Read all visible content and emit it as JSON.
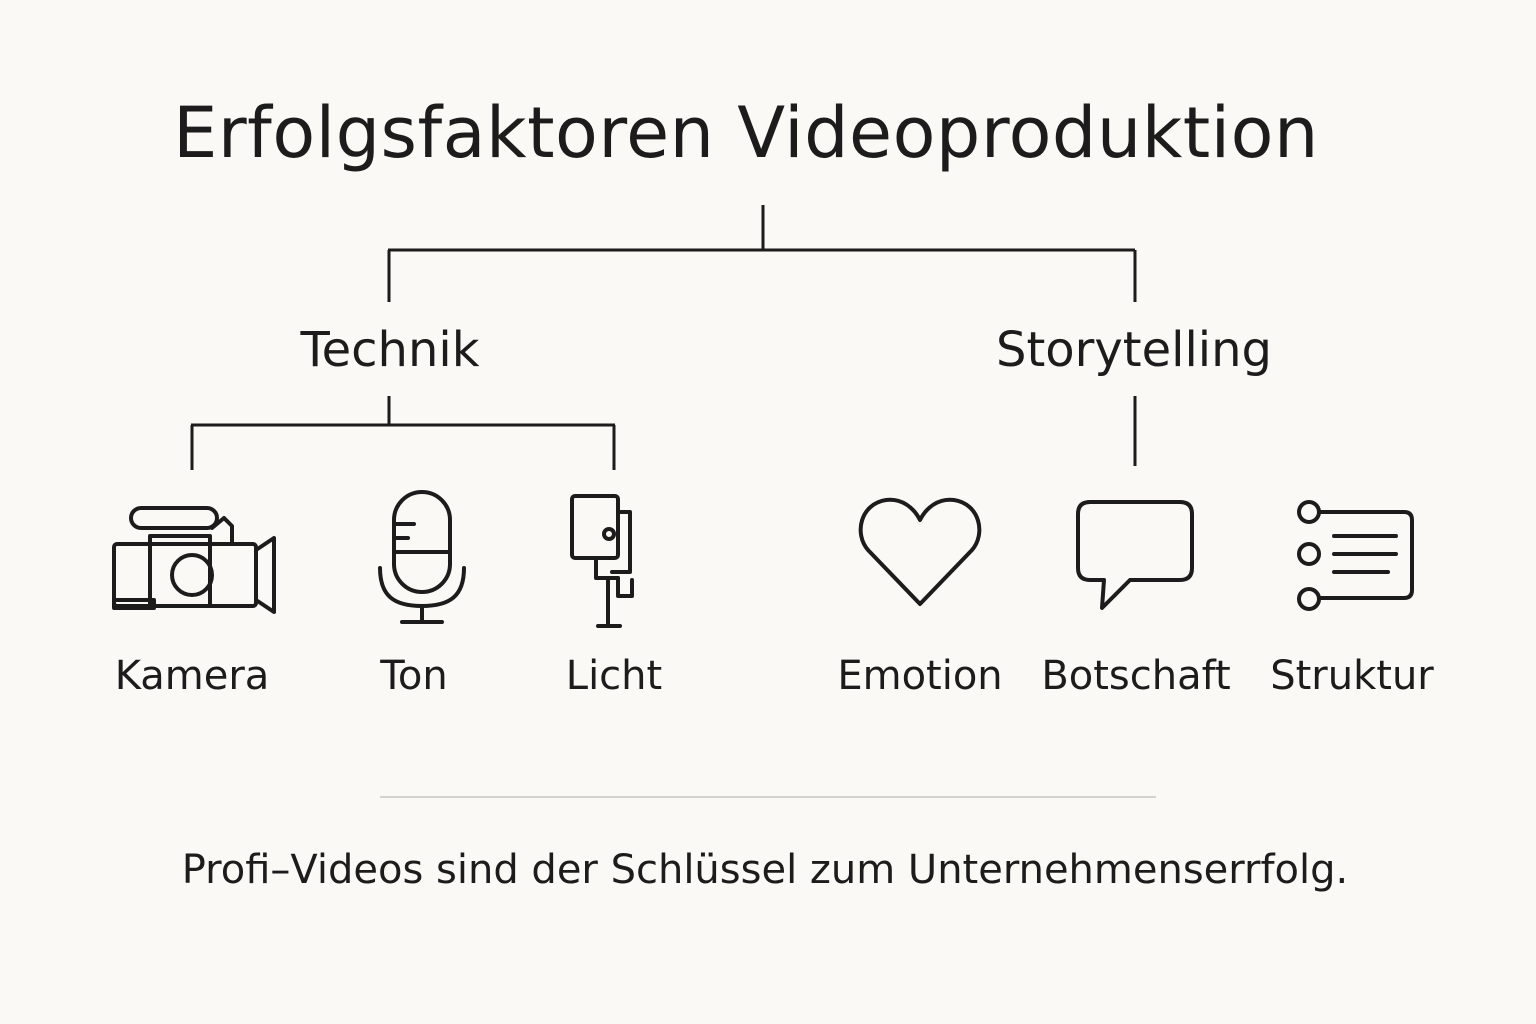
{
  "title": "Erfolgsfaktoren Videoproduktion",
  "categories": [
    {
      "label": "Technik",
      "items": [
        {
          "label": "Kamera",
          "icon": "video-camera-icon"
        },
        {
          "label": "Ton",
          "icon": "microphone-icon"
        },
        {
          "label": "Licht",
          "icon": "light-stand-icon"
        }
      ]
    },
    {
      "label": "Storytelling",
      "items": [
        {
          "label": "Emotion",
          "icon": "heart-icon"
        },
        {
          "label": "Botschaft",
          "icon": "speech-bubble-icon"
        },
        {
          "label": "Struktur",
          "icon": "list-icon"
        }
      ]
    }
  ],
  "tagline": "Profi–Videos sind der Schlüssel zum Unternehmenserrfolg.",
  "colors": {
    "background": "#fbf9f5",
    "ink": "#1c1c1c",
    "divider": "#d4d2cd"
  }
}
